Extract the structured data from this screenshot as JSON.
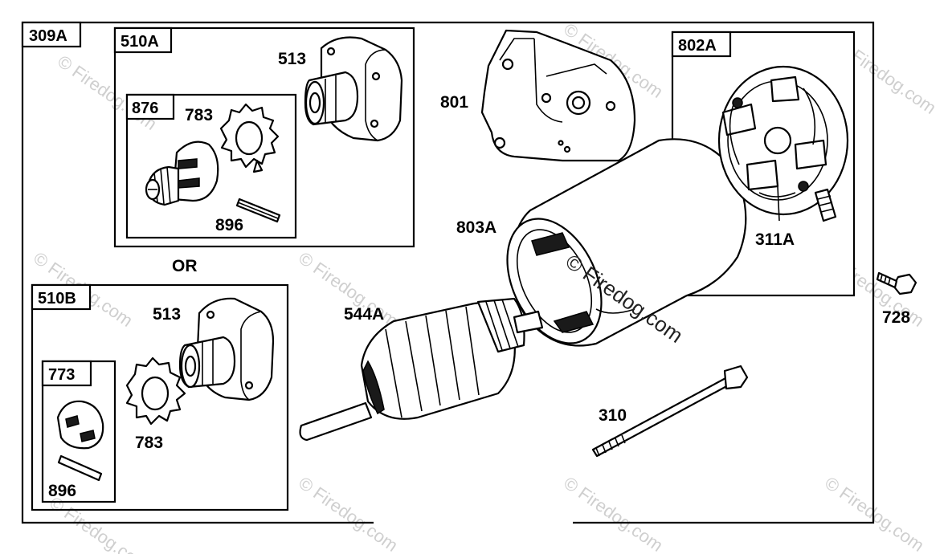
{
  "labels": {
    "box_309A": "309A",
    "box_510A": "510A",
    "box_876": "876",
    "box_510B": "510B",
    "box_773": "773",
    "box_802A": "802A",
    "p513a": "513",
    "p783a": "783",
    "p896a": "896",
    "or": "OR",
    "p513b": "513",
    "p783b": "783",
    "p896b": "896",
    "p801": "801",
    "p803A": "803A",
    "p544A": "544A",
    "p311A": "311A",
    "p728": "728",
    "p310": "310"
  },
  "watermarks": {
    "main": "© Firedog.com",
    "repeat": "© Firedog.com"
  }
}
